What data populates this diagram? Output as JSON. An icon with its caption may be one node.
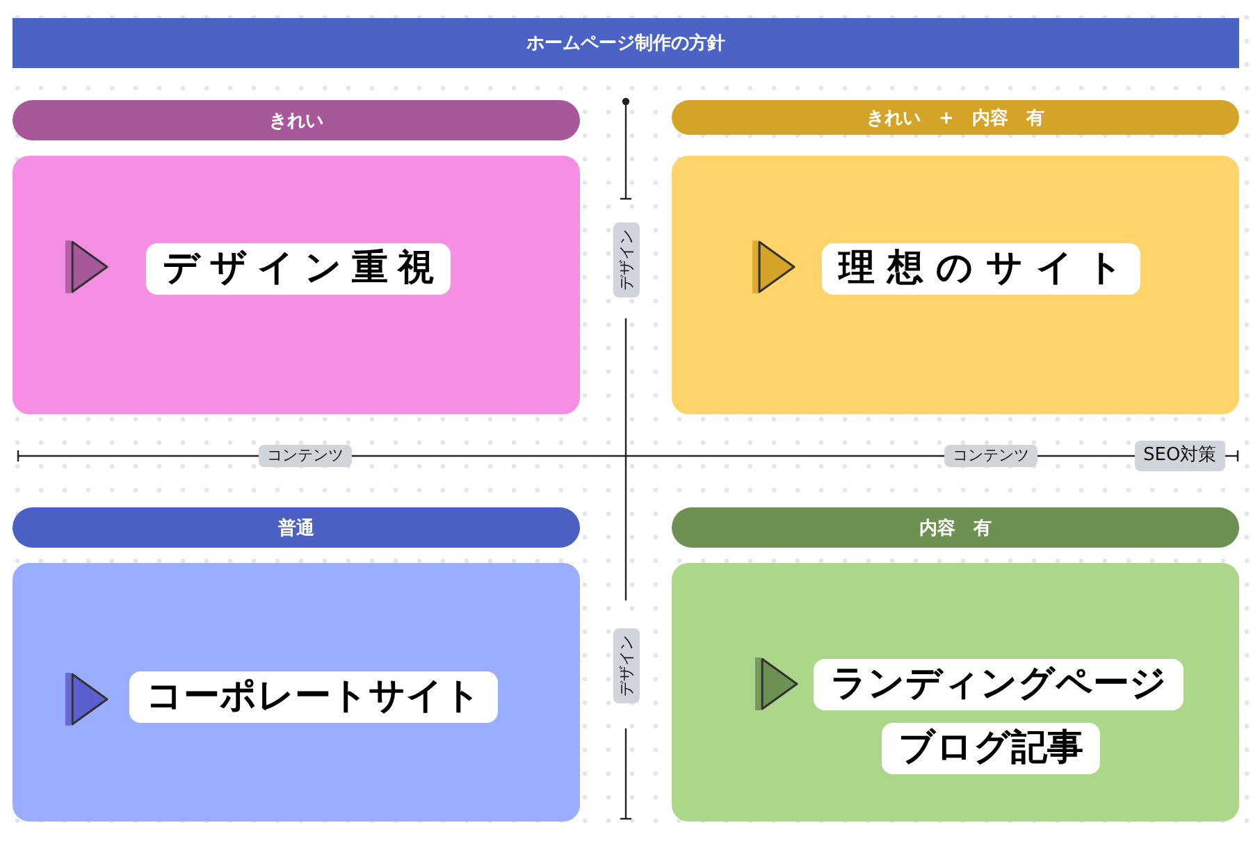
{
  "diagram": {
    "title": "ホームページ制作の方針",
    "nodes": [
      {
        "text": [
          "きれい"
        ]
      },
      {
        "text": [
          "きれい　+　内容　有"
        ]
      },
      {
        "text": [
          "デザイン重視"
        ]
      },
      {
        "text": [
          "理想のサイト"
        ]
      },
      {
        "text": [
          "普通"
        ]
      },
      {
        "text": [
          "内容　有"
        ]
      },
      {
        "text": [
          "コーポレートサイト"
        ]
      },
      {
        "text": [
          "ランディングページ",
          "ブログ記事"
        ]
      }
    ],
    "labels": [
      "デザイン",
      "コンテンツ",
      "コンテンツ",
      "SEO対策",
      "デザイン"
    ]
  }
}
